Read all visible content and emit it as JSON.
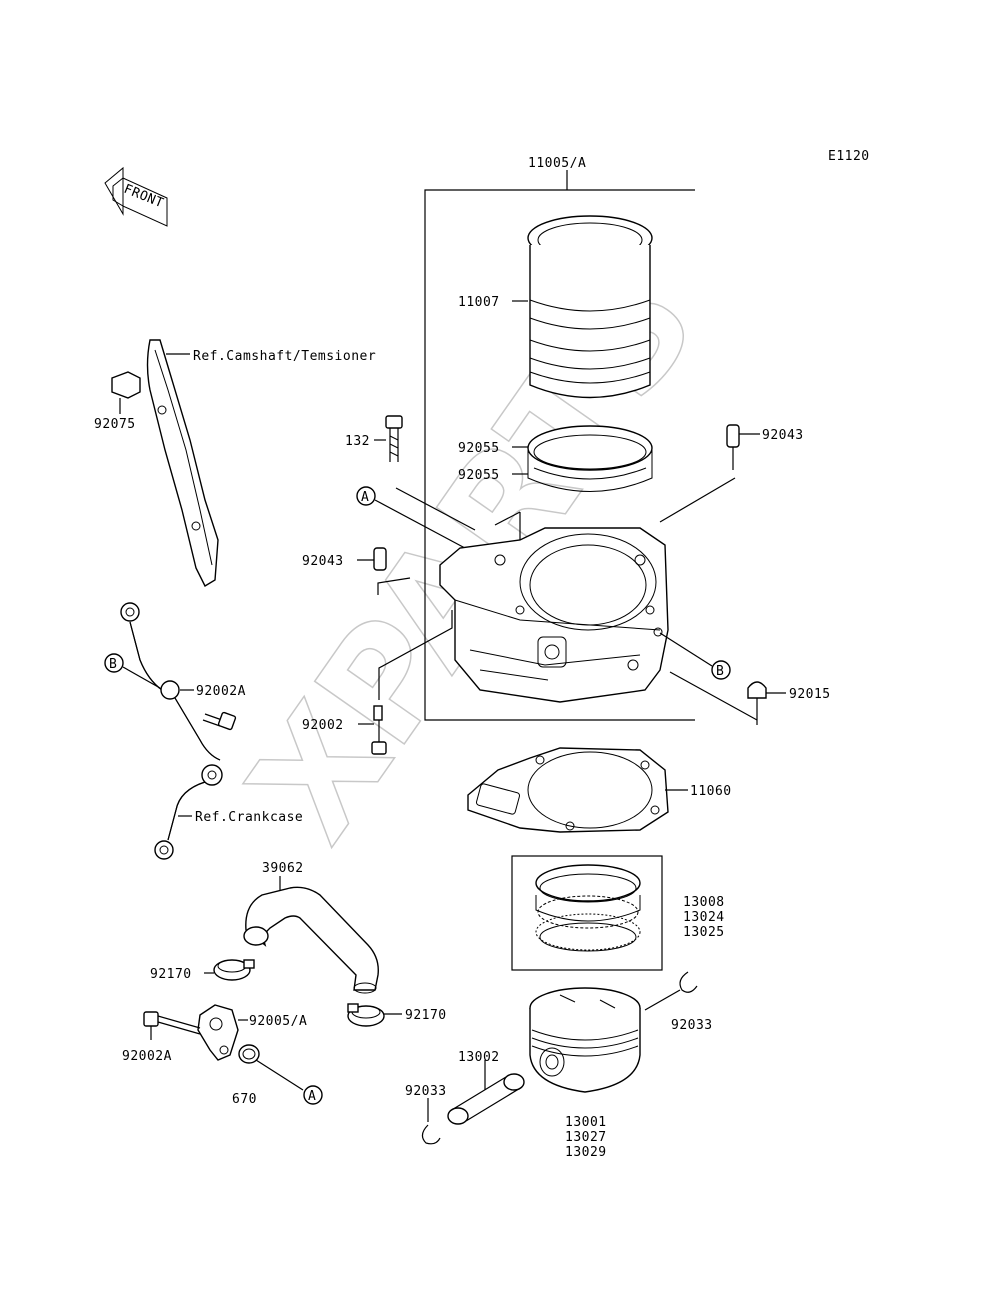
{
  "diagram_code": "E1120",
  "watermark": "XPARTS",
  "front_label": "FRONT",
  "labels": {
    "l11005A": "11005/A",
    "l11007": "11007",
    "l92055a": "92055",
    "l92055b": "92055",
    "l92043a": "92043",
    "l92043b": "92043",
    "l132": "132",
    "l92075": "92075",
    "refCam": "Ref.Camshaft/Temsioner",
    "l92002A_a": "92002A",
    "l92002": "92002",
    "l92015": "92015",
    "l11060": "11060",
    "refCrank": "Ref.Crankcase",
    "l39062": "39062",
    "l13008": "13008",
    "l13024": "13024",
    "l13025": "13025",
    "l92170a": "92170",
    "l92170b": "92170",
    "l92005A": "92005/A",
    "l92002A_b": "92002A",
    "l92033a": "92033",
    "l92033b": "92033",
    "l13002": "13002",
    "l670": "670",
    "l13001": "13001",
    "l13027": "13027",
    "l13029": "13029"
  },
  "callouts": {
    "A": "A",
    "B": "B"
  }
}
